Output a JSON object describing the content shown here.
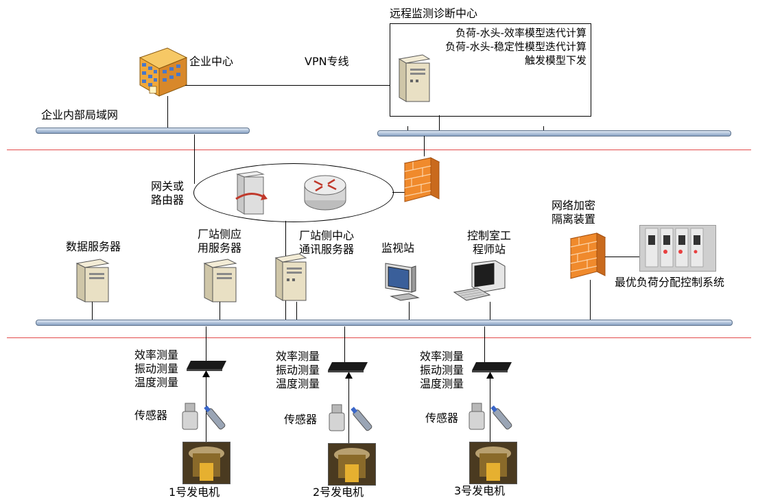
{
  "top": {
    "enterprise_center": "企业中心",
    "vpn_line": "VPN专线",
    "enterprise_lan": "企业内部局域网",
    "remote_center": {
      "title": "远程监测诊断中心",
      "lines": [
        "负荷-水头-效率模型迭代计算",
        "负荷-水头-稳定性模型迭代计算",
        "触发模型下发"
      ]
    }
  },
  "middle": {
    "gateway": "网关或\n路由器",
    "data_server": "数据服务器",
    "app_server": "厂站侧应\n用服务器",
    "comm_server": "厂站侧中心\n通讯服务器",
    "monitor_station": "监视站",
    "engineer_station": "控制室工\n程师站",
    "encryption_device": "网络加密\n隔离装置",
    "optimal_control": "最优负荷分配控制系统"
  },
  "bottom": {
    "units": [
      {
        "measures": "效率测量\n振动测量\n温度测量",
        "sensor": "传感器",
        "generator": "1号发电机"
      },
      {
        "measures": "效率测量\n振动测量\n温度测量",
        "sensor": "传感器",
        "generator": "2号发电机"
      },
      {
        "measures": "效率测量\n振动测量\n温度测量",
        "sensor": "传感器",
        "generator": "3号发电机"
      }
    ]
  },
  "colors": {
    "separator": "#e24a4a",
    "bus": "#a9bdd6",
    "firewall": "#f08a2c",
    "building": "#f0b040"
  }
}
